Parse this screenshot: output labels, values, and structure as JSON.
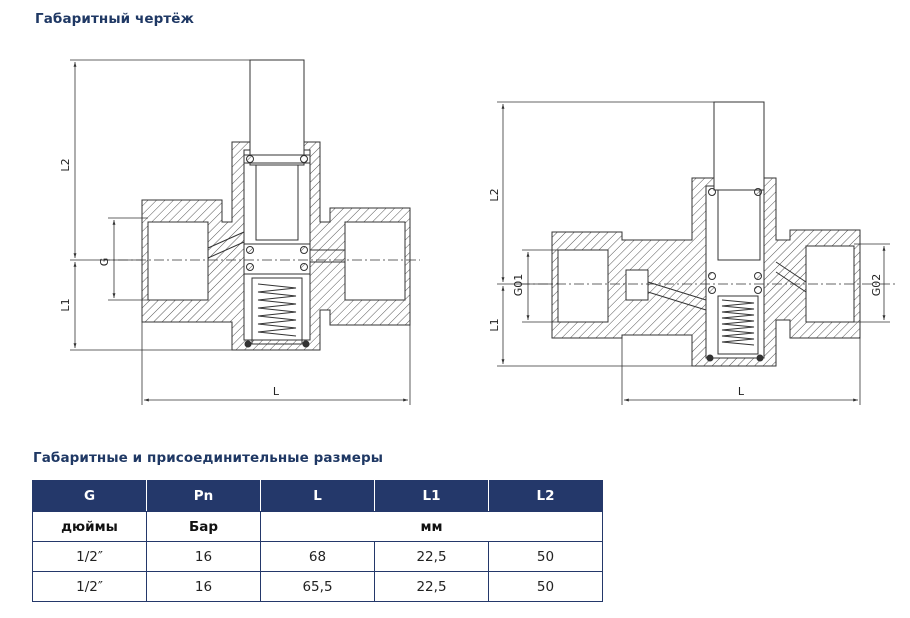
{
  "drawing_title": "Габаритный чертёж",
  "table_title": "Габаритные и присоединительные размеры",
  "drawing_labels": {
    "left": {
      "l2": "L2",
      "l1": "L1",
      "g": "G",
      "l": "L"
    },
    "right": {
      "l2": "L2",
      "l1": "L1",
      "g01": "G01",
      "g02": "G02",
      "l": "L"
    }
  },
  "table": {
    "headers": [
      "G",
      "Pn",
      "L",
      "L1",
      "L2"
    ],
    "units": {
      "g": "дюймы",
      "pn": "Бар",
      "dims": "мм"
    },
    "rows": [
      [
        "1/2″",
        "16",
        "68",
        "22,5",
        "50"
      ],
      [
        "1/2″",
        "16",
        "65,5",
        "22,5",
        "50"
      ]
    ]
  },
  "colors": {
    "heading": "#1f3864",
    "table_header_bg": "#24386a",
    "table_border": "#24386a",
    "line": "#333333"
  }
}
